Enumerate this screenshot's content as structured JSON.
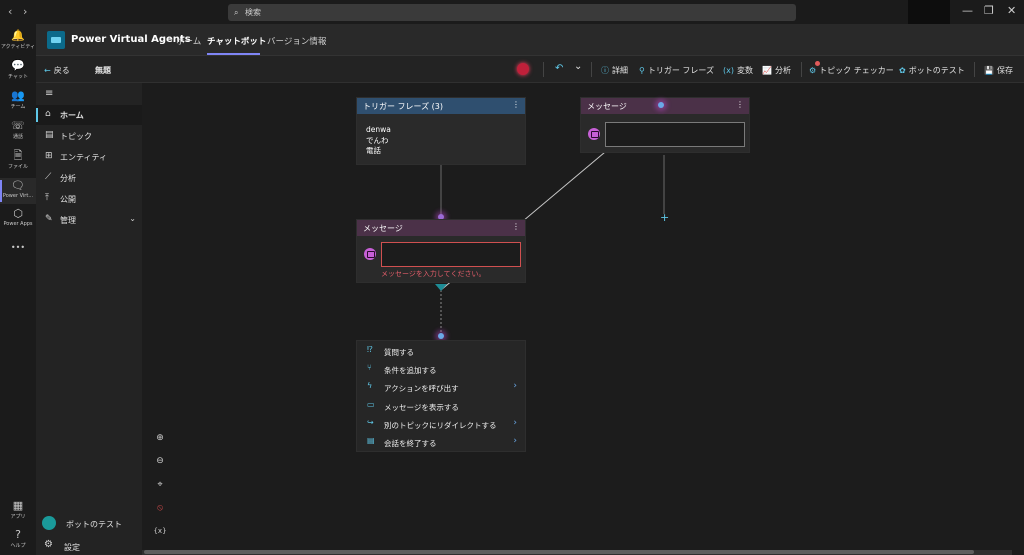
{
  "titlebar": {
    "search_placeholder": "検索",
    "back_glyph": "‹",
    "forward_glyph": "›",
    "search_icon": "⌕",
    "minimize_glyph": "—",
    "maximize_glyph": "❐",
    "close_glyph": "✕"
  },
  "rail": {
    "items": [
      {
        "icon": "bell-icon",
        "glyph": "🔔",
        "label": "アクティビティ"
      },
      {
        "icon": "chat-icon",
        "glyph": "💬",
        "label": "チャット"
      },
      {
        "icon": "team-icon",
        "glyph": "👥",
        "label": "チーム"
      },
      {
        "icon": "phone-icon",
        "glyph": "☏",
        "label": "通話"
      },
      {
        "icon": "file-icon",
        "glyph": "🗎",
        "label": "ファイル"
      },
      {
        "icon": "pva-icon",
        "glyph": "🗨",
        "label": "Power Virt..."
      },
      {
        "icon": "powerapps-icon",
        "glyph": "⬡",
        "label": "Power Apps"
      },
      {
        "icon": "more-icon",
        "glyph": "•••",
        "label": ""
      }
    ],
    "bottom": [
      {
        "icon": "apps-icon",
        "glyph": "▦",
        "label": "アプリ"
      },
      {
        "icon": "help-icon",
        "glyph": "?",
        "label": "ヘルプ"
      }
    ]
  },
  "app": {
    "title": "Power Virtual Agents",
    "tabs": [
      "ホーム",
      "チャットボット",
      "バージョン情報"
    ]
  },
  "toolbar": {
    "back_label": "戻る",
    "topic_name": "無題",
    "details": "詳細",
    "trigger_phrases": "トリガー フレーズ",
    "variables": "変数",
    "analytics": "分析",
    "topic_checker": "トピック チェッカー",
    "test_bot": "ボットのテスト",
    "save": "保存",
    "icons": {
      "back": "←",
      "undo": "↶",
      "dropdown": "⌄",
      "details": "ⓘ",
      "trigger": "⚲",
      "variables": "(x)",
      "analytics": "📈",
      "checker": "⚙",
      "test": "✿",
      "save": "💾"
    }
  },
  "leftnav": {
    "items": [
      {
        "glyph": "⌂",
        "label": "ホーム"
      },
      {
        "glyph": "▤",
        "label": "トピック"
      },
      {
        "glyph": "⊞",
        "label": "エンティティ"
      },
      {
        "glyph": "⟋",
        "label": "分析"
      },
      {
        "glyph": "⤒",
        "label": "公開"
      },
      {
        "glyph": "✎",
        "label": "管理"
      }
    ],
    "bot_test": "ボットのテスト",
    "settings": "設定",
    "settings_glyph": "⚙",
    "chevron": "⌄",
    "hamburger": "≡"
  },
  "canvas": {
    "trigger_node": {
      "title": "トリガー フレーズ (3)",
      "phrases": [
        "denwa",
        "でんわ",
        "電話"
      ]
    },
    "message_node_1": {
      "title": "メッセージ",
      "error": "メッセージを入力してください。"
    },
    "message_node_2": {
      "title": "メッセージ"
    },
    "more_glyph": "⋮",
    "plus_glyph": "+",
    "menu": [
      {
        "icon": "question-icon",
        "glyph": "⁉",
        "label": "質問する",
        "has_chevron": false
      },
      {
        "icon": "branch-icon",
        "glyph": "⑂",
        "label": "条件を追加する",
        "has_chevron": false
      },
      {
        "icon": "lightning-icon",
        "glyph": "ϟ",
        "label": "アクションを呼び出す",
        "has_chevron": true
      },
      {
        "icon": "message-icon",
        "glyph": "▭",
        "label": "メッセージを表示する",
        "has_chevron": false
      },
      {
        "icon": "redirect-icon",
        "glyph": "↪",
        "label": "別のトピックにリダイレクトする",
        "has_chevron": true
      },
      {
        "icon": "end-icon",
        "glyph": "▤",
        "label": "会話を終了する",
        "has_chevron": true
      }
    ],
    "chevron_glyph": "›",
    "zoom_controls": [
      {
        "icon": "zoom-in-icon",
        "glyph": "⊕"
      },
      {
        "icon": "zoom-out-icon",
        "glyph": "⊖"
      },
      {
        "icon": "recenter-icon",
        "glyph": "⌖"
      },
      {
        "icon": "no-entry-icon",
        "glyph": "⦸"
      },
      {
        "icon": "variable-icon",
        "glyph": "{x}"
      }
    ]
  },
  "colors": {
    "accent_purple": "#7f85f5",
    "accent_cyan": "#5fc8e8",
    "trigger_header": "#2f4f6f",
    "message_header": "#4b3148",
    "error": "#e35d6a"
  }
}
